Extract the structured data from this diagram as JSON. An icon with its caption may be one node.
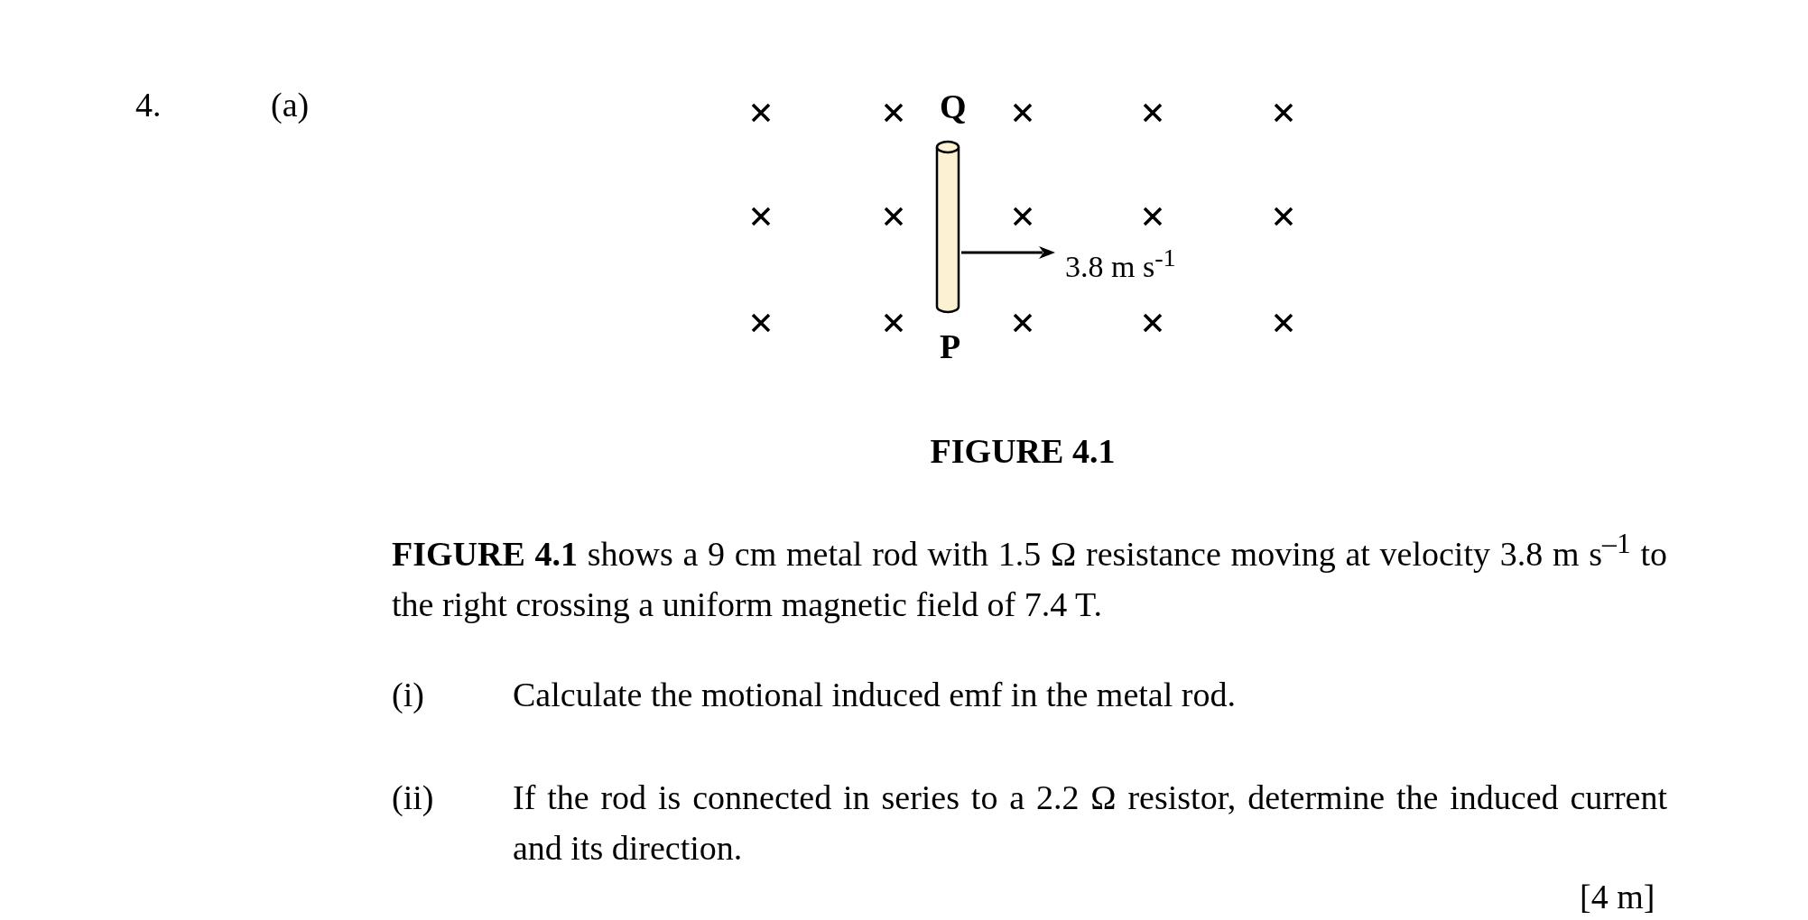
{
  "diagram": {
    "caption": "FIGURE 4.1",
    "labels": [
      "4.",
      "(a)",
      "Q",
      "P",
      "3.8 m s$^{-1}$",
      "**FIGURE 4.1** shows a 9 cm metal rod with 1.5 Ω resistance moving at velocity 3.8 m s$^{–1}$ to the right crossing a uniform magnetic field of 7.4 T.",
      "(i)",
      "Calculate the motional induced emf in the metal rod.",
      "(ii)",
      "If the rod is connected in series to a 2.2 Ω  resistor, determine the induced current and its direction.",
      "[4 m]"
    ]
  }
}
